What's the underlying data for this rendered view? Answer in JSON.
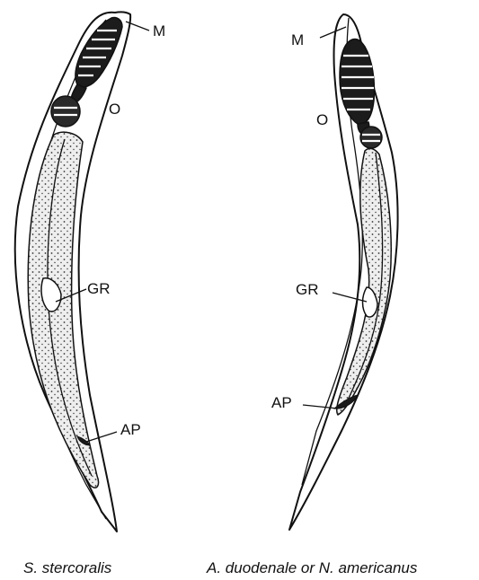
{
  "figure": {
    "left_larva": {
      "caption": "S. stercoralis",
      "labels": {
        "mouth": "M",
        "esophagus": "O",
        "genital_rudiment": "GR",
        "anal_pore": "AP"
      }
    },
    "right_larva": {
      "caption": "A. duodenale or N. americanus",
      "labels": {
        "mouth": "M",
        "esophagus": "O",
        "genital_rudiment": "GR",
        "anal_pore": "AP"
      }
    }
  },
  "colors": {
    "ink": "#111111",
    "paper": "#ffffff",
    "gut_fill": "#eeeeee"
  }
}
